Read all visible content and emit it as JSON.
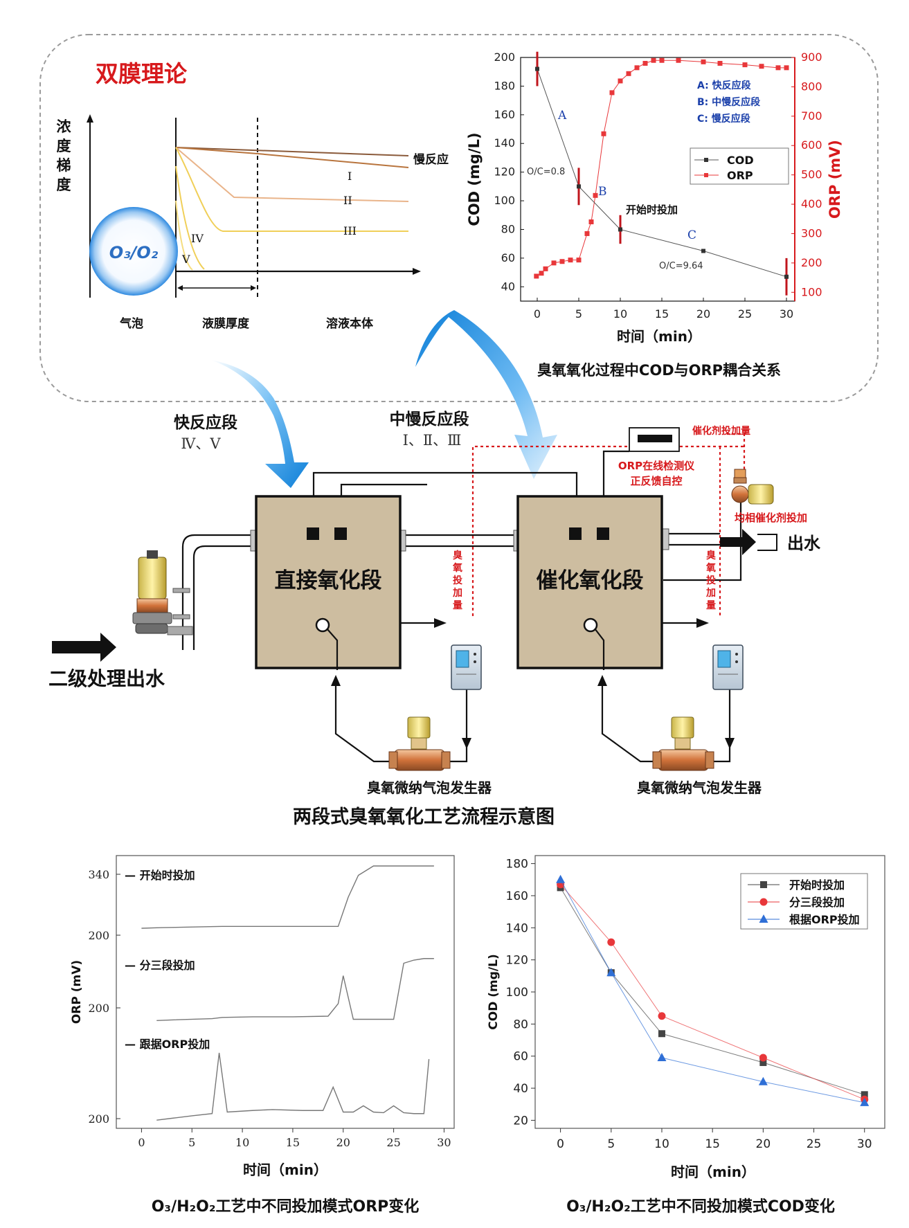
{
  "two_film": {
    "title": "双膜理论",
    "y_axis_label": [
      "浓",
      "度",
      "梯",
      "度"
    ],
    "bubble_label": "O₃/O₂",
    "slow_label": "慢反应",
    "roman": [
      "I",
      "II",
      "III",
      "IV",
      "V"
    ],
    "zones": [
      "气泡",
      "液膜厚度",
      "溶液本体"
    ]
  },
  "process": {
    "fast_stage": "快反应段",
    "fast_roman": "Ⅳ、Ⅴ",
    "mid_stage": "中慢反应段",
    "mid_roman": "Ⅰ、Ⅱ、Ⅲ",
    "tank1": "直接氧化段",
    "tank2": "催化氧化段",
    "inlet": "二级处理出水",
    "outlet": "出水",
    "catalyst_dose": "催化剂投加量",
    "orp_monitor": "ORP在线检测仪",
    "orp_feedback": "正反馈自控",
    "homogeneous_catalyst": "均相催化剂投加",
    "ozone_dose": [
      "臭",
      "氧",
      "投",
      "加",
      "量"
    ],
    "generator": "臭氧微纳气泡发生器",
    "title": "两段式臭氧氧化工艺流程示意图"
  },
  "colors": {
    "ozone_red": "#d7191c",
    "tank_fill": "#cdbda0",
    "arrow_blue": "#2b8fe0",
    "dark": "#111111"
  },
  "chart_data": [
    {
      "type": "line",
      "title": "臭氧氧化过程中COD与ORP耦合关系",
      "xlabel": "时间（min）",
      "ylabel": "COD (mg/L)",
      "y2label": "ORP (mV)",
      "xlim": [
        -2,
        31
      ],
      "xticks": [
        0,
        5,
        10,
        15,
        20,
        25,
        30
      ],
      "ylim": [
        30,
        200
      ],
      "yticks": [
        40,
        60,
        80,
        100,
        120,
        140,
        160,
        180,
        200
      ],
      "y2lim": [
        70,
        900
      ],
      "y2ticks": [
        100,
        200,
        300,
        400,
        500,
        600,
        700,
        800,
        900
      ],
      "series": [
        {
          "name": "COD",
          "color": "#555555",
          "axis": "left",
          "x": [
            0,
            5,
            10,
            20,
            30
          ],
          "y": [
            192,
            110,
            80,
            65,
            47
          ],
          "err": [
            12,
            13,
            10,
            0,
            13
          ]
        },
        {
          "name": "ORP",
          "color": "#e8373a",
          "axis": "right",
          "x": [
            -0.1,
            0.5,
            1,
            2,
            3,
            4,
            5,
            6,
            6.5,
            7,
            8,
            9,
            10,
            11,
            12,
            13,
            14,
            15,
            17,
            20,
            22,
            25,
            27,
            29,
            30
          ],
          "y": [
            155,
            165,
            180,
            200,
            205,
            210,
            210,
            300,
            340,
            430,
            640,
            780,
            820,
            845,
            865,
            880,
            890,
            890,
            890,
            885,
            880,
            875,
            870,
            865,
            865
          ]
        }
      ],
      "legend": [
        "COD",
        "ORP"
      ],
      "legend_position": "right",
      "stage_notes": [
        "A: 快反应段",
        "B: 中慢反应段",
        "C: 慢反应段"
      ],
      "annotations": [
        "A",
        "B",
        "C",
        "O/C=0.8",
        "O/C=9.64",
        "开始时投加"
      ]
    },
    {
      "type": "line",
      "title": "O₃/H₂O₂工艺中不同投加模式ORP变化",
      "xlabel": "时间（min）",
      "ylabel": "ORP (mV)",
      "xlim": [
        -2.5,
        31
      ],
      "xticks": [
        0,
        5,
        10,
        15,
        20,
        25,
        30
      ],
      "tick_labels_left": [
        "340",
        "200",
        "200",
        "200"
      ],
      "series": [
        {
          "name": "开始时投加",
          "x": [
            0,
            2,
            5,
            8,
            11,
            14,
            17,
            19.5,
            20.5,
            21.5,
            23,
            25,
            27,
            29
          ],
          "y": [
            0.6,
            0.62,
            0.64,
            0.66,
            0.66,
            0.66,
            0.66,
            0.66,
            1.6,
            2.3,
            2.6,
            2.6,
            2.6,
            2.6
          ]
        },
        {
          "name": "分三段投加",
          "x": [
            1.5,
            3,
            7,
            8,
            11,
            15,
            18.5,
            19.5,
            20,
            21,
            22,
            25,
            26,
            27,
            28,
            29
          ],
          "y": [
            0.06,
            0.08,
            0.12,
            0.16,
            0.18,
            0.18,
            0.2,
            0.6,
            1.5,
            0.1,
            0.1,
            0.1,
            1.9,
            2.0,
            2.05,
            2.05
          ]
        },
        {
          "name": "跟据ORP投加",
          "x": [
            1.5,
            3,
            5,
            7,
            7.7,
            8.5,
            11,
            13,
            16,
            18,
            19,
            20,
            21,
            22,
            23,
            24,
            25,
            26,
            27,
            28,
            28.5
          ],
          "y": [
            0.04,
            0.1,
            0.18,
            0.25,
            2.2,
            0.3,
            0.35,
            0.38,
            0.35,
            0.35,
            1.1,
            0.3,
            0.3,
            0.5,
            0.3,
            0.28,
            0.5,
            0.28,
            0.25,
            0.25,
            2.0
          ]
        }
      ]
    },
    {
      "type": "line",
      "title": "O₃/H₂O₂工艺中不同投加模式COD变化",
      "xlabel": "时间（min）",
      "ylabel": "COD (mg/L)",
      "xlim": [
        -2.5,
        32
      ],
      "xticks": [
        0,
        5,
        10,
        15,
        20,
        25,
        30
      ],
      "ylim": [
        15,
        185
      ],
      "yticks": [
        20,
        40,
        60,
        80,
        100,
        120,
        140,
        160,
        180
      ],
      "legend_position": "top-right",
      "series": [
        {
          "name": "开始时投加",
          "color": "#444444",
          "marker": "square",
          "x": [
            0,
            5,
            10,
            20,
            30
          ],
          "y": [
            165,
            112,
            74,
            56,
            36
          ]
        },
        {
          "name": "分三段投加",
          "color": "#e8373a",
          "marker": "circle",
          "x": [
            0,
            5,
            10,
            20,
            30
          ],
          "y": [
            167,
            131,
            85,
            59,
            33
          ]
        },
        {
          "name": "根据ORP投加",
          "color": "#2f6fd6",
          "marker": "triangle",
          "x": [
            0,
            5,
            10,
            20,
            30
          ],
          "y": [
            170,
            112,
            59,
            44,
            31
          ]
        }
      ]
    }
  ]
}
